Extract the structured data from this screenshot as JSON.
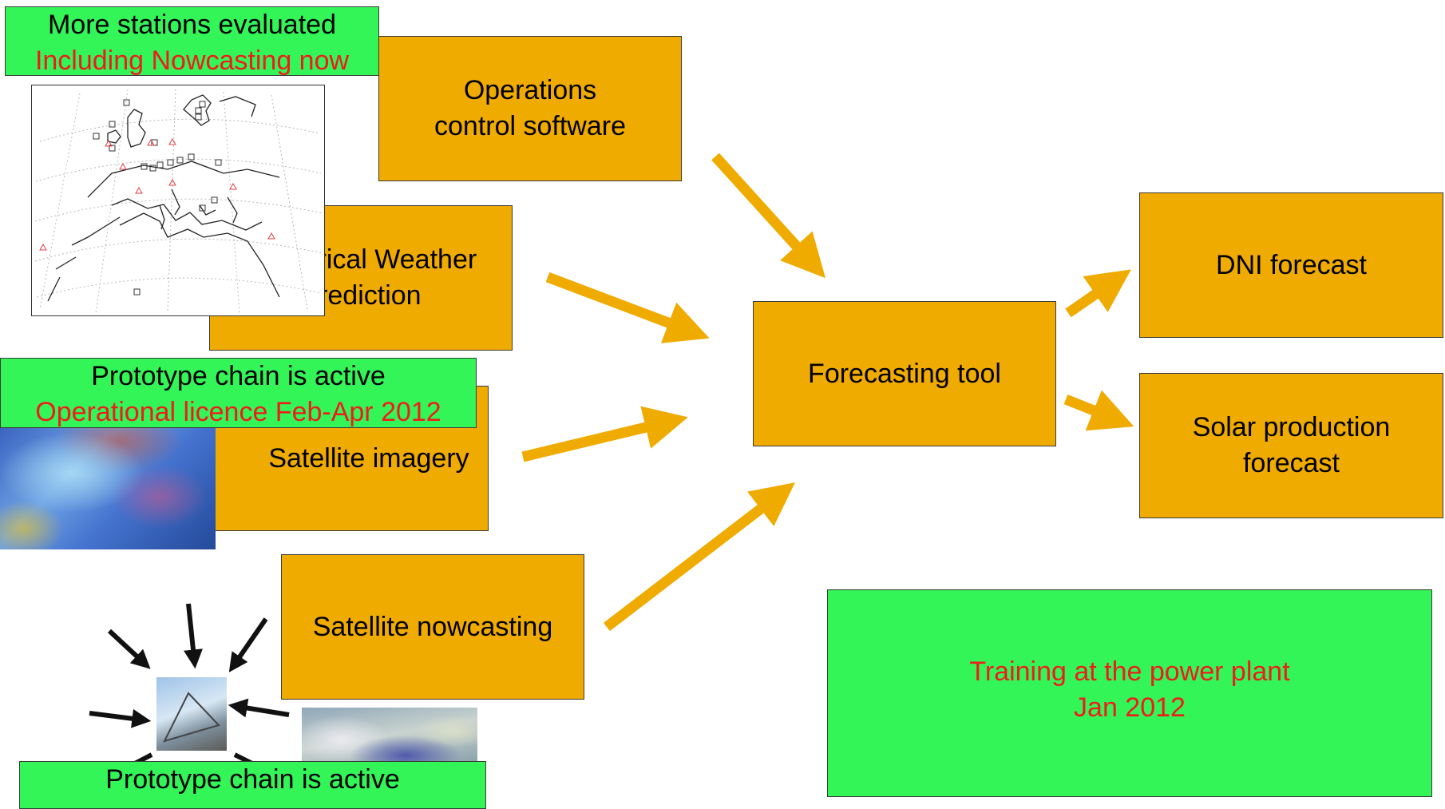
{
  "boxes": {
    "operations": [
      "Operations",
      "control software"
    ],
    "nwp": [
      "Numerical Weather",
      "Prediction"
    ],
    "sat_imagery": [
      "Satellite imagery"
    ],
    "sat_nowcasting": [
      "Satellite nowcasting"
    ],
    "forecasting_tool": [
      "Forecasting tool"
    ],
    "dni_forecast": [
      "DNI forecast"
    ],
    "solar_production": [
      "Solar production",
      "forecast"
    ]
  },
  "notes": {
    "stations": {
      "line1": "More stations evaluated",
      "line2": "Including Nowcasting now"
    },
    "prototype1": {
      "line1": "Prototype chain is active",
      "line2": "Operational licence Feb-Apr 2012"
    },
    "prototype2": {
      "line1": "Prototype chain is active"
    },
    "training": {
      "line1": "Training at the power plant",
      "line2": "Jan 2012"
    }
  },
  "colors": {
    "box": "#f0ab00",
    "note": "#33f557",
    "highlight": "#ee1c1c",
    "arrow": "#f0ab00"
  }
}
